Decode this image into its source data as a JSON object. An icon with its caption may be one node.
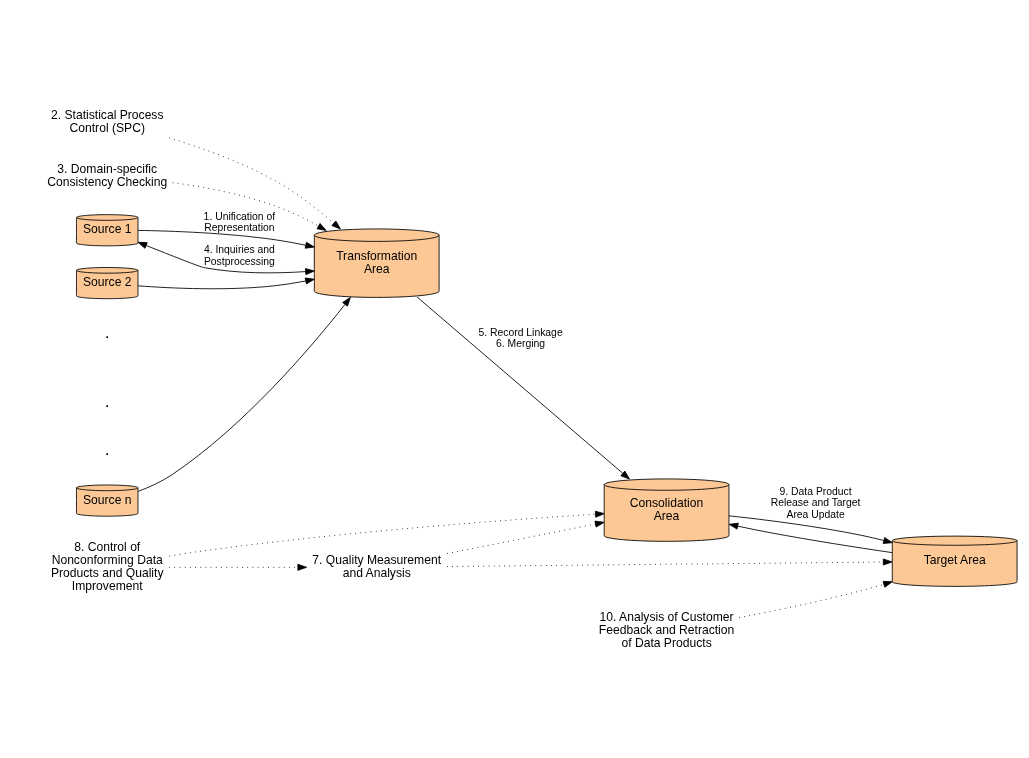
{
  "diagram": {
    "nodes": [
      {
        "text": [
          "Source 1"
        ]
      },
      {
        "text": [
          "Source 2"
        ]
      },
      {
        "text": [
          "Source n"
        ]
      },
      {
        "text": [
          "Transformation Area"
        ]
      },
      {
        "text": [
          "Consolidation Area"
        ]
      },
      {
        "text": [
          "Target Area"
        ]
      },
      {
        "text": [
          "7. Quality Measurement and Analysis"
        ]
      },
      {
        "text": [
          "8. Control of Nonconforming Data Products and Quality Improvement"
        ]
      },
      {
        "text": [
          "2. Statistical Process Control (SPC)"
        ]
      },
      {
        "text": [
          "3. Domain-specific Consistency Checking"
        ]
      },
      {
        "text": [
          "10. Analysis of Customer Feedback and Retraction of Data Products"
        ]
      }
    ],
    "edges": [
      {
        "from": 0,
        "to": 3,
        "arrow": "to",
        "label": "1. Unification of Representation"
      },
      {
        "from": 1,
        "to": 3,
        "arrow": "to"
      },
      {
        "from": 2,
        "to": 3,
        "arrow": "to"
      },
      {
        "from": 3,
        "to": 0,
        "arrow": "both",
        "label": "4. Inquiries and Postprocessing"
      },
      {
        "from": 3,
        "to": 4,
        "arrow": "to",
        "label": "5. Record Linkage 6. Merging"
      },
      {
        "from": 4,
        "to": 5,
        "arrow": "to",
        "label": "9. Data Product Release and Target Area Update"
      },
      {
        "from": 5,
        "to": 4,
        "arrow": "to"
      },
      {
        "from": 7,
        "to": 6,
        "arrow": "to",
        "style": "dashed"
      },
      {
        "from": 6,
        "to": 4,
        "arrow": "to",
        "style": "dashed"
      },
      {
        "from": 6,
        "to": 5,
        "arrow": "to",
        "style": "dashed"
      },
      {
        "from": 7,
        "to": 4,
        "arrow": "to",
        "style": "dashed"
      },
      {
        "from": 8,
        "to": 3,
        "arrow": "to",
        "style": "dashed"
      },
      {
        "from": 9,
        "to": 3,
        "arrow": "to",
        "style": "dashed"
      },
      {
        "from": 10,
        "to": 5,
        "arrow": "to",
        "style": "dashed"
      }
    ],
    "labels": [
      ".",
      ".",
      "."
    ]
  }
}
